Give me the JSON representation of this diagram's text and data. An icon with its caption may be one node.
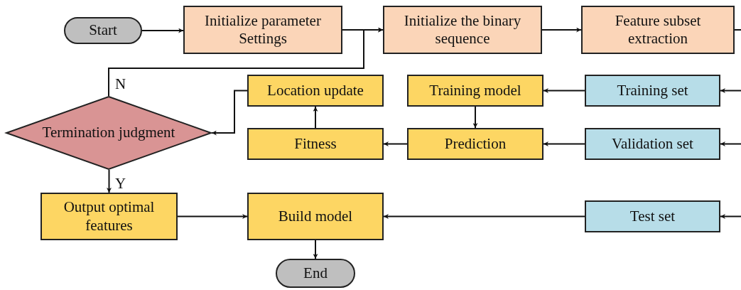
{
  "diagram": {
    "nodes": [
      {
        "text": [
          "Start"
        ]
      },
      {
        "text": [
          "Initialize parameter Settings"
        ]
      },
      {
        "text": [
          "Initialize the binary sequence"
        ]
      },
      {
        "text": [
          "Feature subset extraction"
        ]
      },
      {
        "text": [
          "Termination judgment"
        ]
      },
      {
        "text": [
          "Location update"
        ]
      },
      {
        "text": [
          "Training model"
        ]
      },
      {
        "text": [
          "Training set"
        ]
      },
      {
        "text": [
          "Fitness"
        ]
      },
      {
        "text": [
          "Prediction"
        ]
      },
      {
        "text": [
          "Validation set"
        ]
      },
      {
        "text": [
          "Output optimal features"
        ]
      },
      {
        "text": [
          "Build model"
        ]
      },
      {
        "text": [
          "Test set"
        ]
      },
      {
        "text": [
          "End"
        ]
      }
    ],
    "edges": [
      {
        "from": 0,
        "to": 1,
        "arrow": "to"
      },
      {
        "from": 1,
        "to": 2,
        "arrow": "to"
      },
      {
        "from": 2,
        "to": 3,
        "arrow": "to"
      },
      {
        "from": 3,
        "to": null,
        "arrow": "none"
      },
      {
        "from": 4,
        "to": 2,
        "arrow": "to",
        "label": "N"
      },
      {
        "from": null,
        "to": 7,
        "arrow": "to"
      },
      {
        "from": null,
        "to": 10,
        "arrow": "to"
      },
      {
        "from": null,
        "to": 13,
        "arrow": "to"
      },
      {
        "from": 7,
        "to": 6,
        "arrow": "to"
      },
      {
        "from": 6,
        "to": 9,
        "arrow": "to"
      },
      {
        "from": 10,
        "to": 9,
        "arrow": "to"
      },
      {
        "from": 9,
        "to": 8,
        "arrow": "to"
      },
      {
        "from": 8,
        "to": 5,
        "arrow": "to"
      },
      {
        "from": 5,
        "to": 4,
        "arrow": "to"
      },
      {
        "from": 4,
        "to": 11,
        "arrow": "to",
        "label": "Y"
      },
      {
        "from": 11,
        "to": 12,
        "arrow": "to"
      },
      {
        "from": 13,
        "to": 12,
        "arrow": "to"
      },
      {
        "from": 12,
        "to": 14,
        "arrow": "to"
      }
    ]
  }
}
